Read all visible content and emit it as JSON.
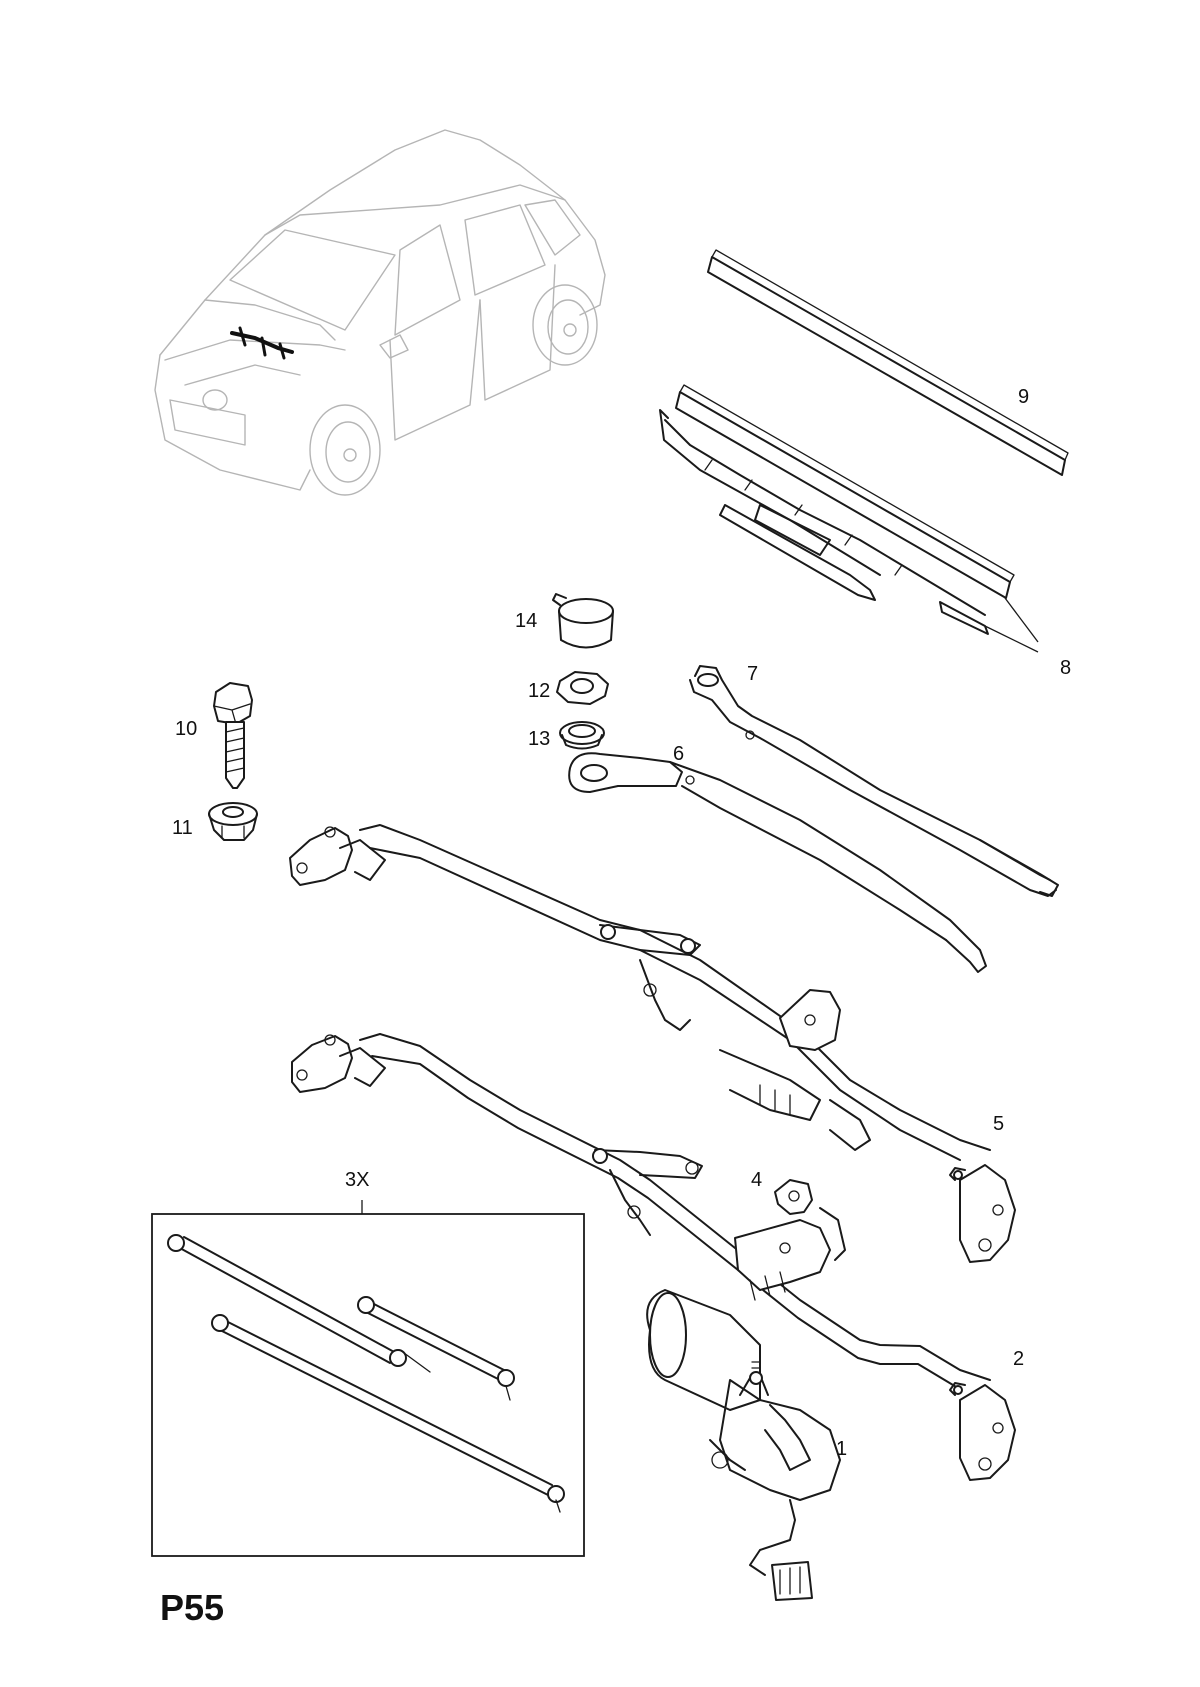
{
  "diagram": {
    "page_code": "P55",
    "callouts": [
      {
        "id": "1",
        "label": "1"
      },
      {
        "id": "2",
        "label": "2"
      },
      {
        "id": "3",
        "label": "3X"
      },
      {
        "id": "4",
        "label": "4"
      },
      {
        "id": "5",
        "label": "5"
      },
      {
        "id": "6",
        "label": "6"
      },
      {
        "id": "7",
        "label": "7"
      },
      {
        "id": "8",
        "label": "8"
      },
      {
        "id": "9",
        "label": "9"
      },
      {
        "id": "10",
        "label": "10"
      },
      {
        "id": "11",
        "label": "11"
      },
      {
        "id": "12",
        "label": "12"
      },
      {
        "id": "13",
        "label": "13"
      },
      {
        "id": "14",
        "label": "14"
      }
    ]
  }
}
